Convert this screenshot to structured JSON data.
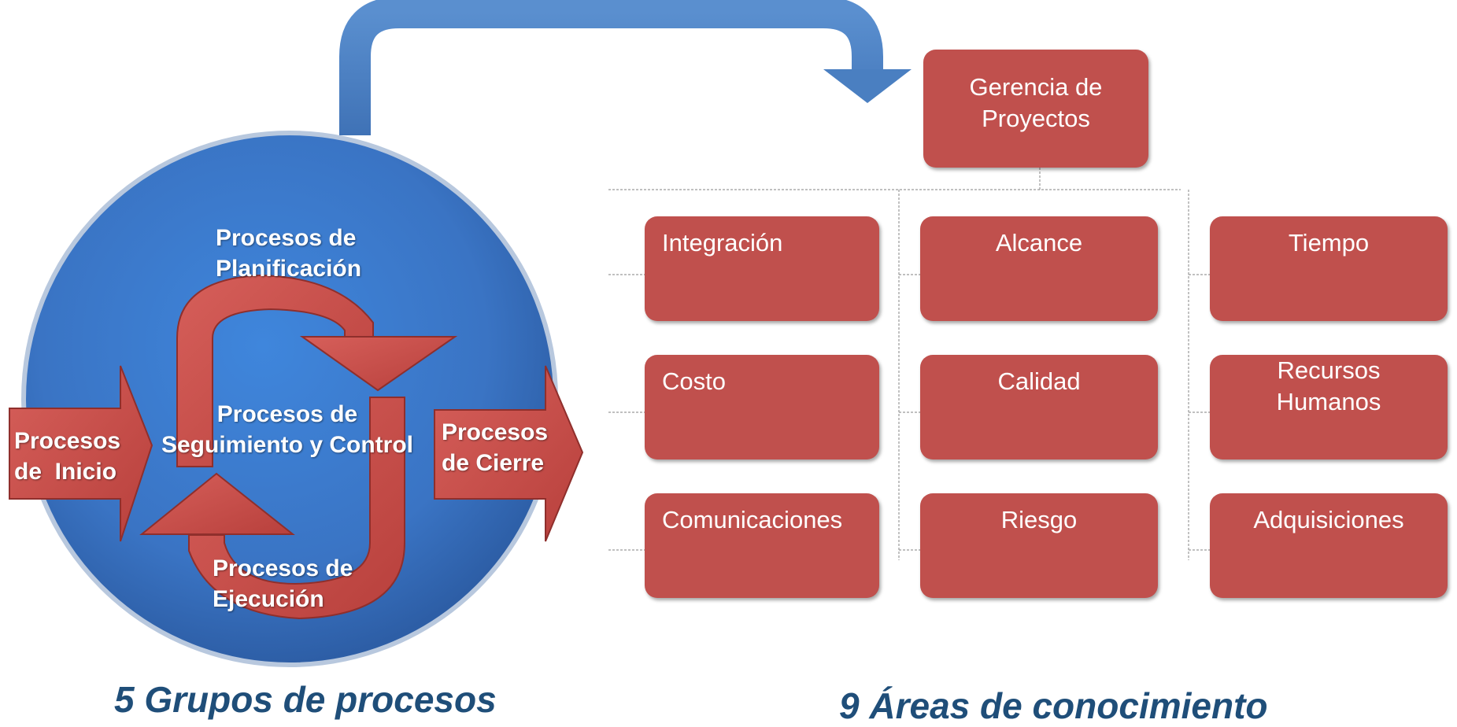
{
  "colors": {
    "box_fill": "#c0504d",
    "circle_blue": "#3f7fcf",
    "arrow_blue": "#4a7fc1",
    "caption_blue": "#1f4e79"
  },
  "process_groups": {
    "planning": [
      "Procesos de",
      "Planificación"
    ],
    "monitoring": [
      "Procesos de",
      "Seguimiento y Control"
    ],
    "execution": [
      "Procesos de",
      "Ejecución"
    ],
    "initiating": [
      "Procesos",
      "de  Inicio"
    ],
    "closing": [
      "Procesos",
      "de Cierre"
    ]
  },
  "root_box": [
    "Gerencia de",
    "Proyectos"
  ],
  "areas": [
    {
      "lines": [
        "Integración"
      ],
      "align": "left"
    },
    {
      "lines": [
        "Alcance"
      ],
      "align": "center"
    },
    {
      "lines": [
        "Tiempo"
      ],
      "align": "center"
    },
    {
      "lines": [
        "Costo"
      ],
      "align": "left"
    },
    {
      "lines": [
        "Calidad"
      ],
      "align": "center"
    },
    {
      "lines": [
        "Recursos",
        "Humanos"
      ],
      "align": "center"
    },
    {
      "lines": [
        "Comunicaciones"
      ],
      "align": "left"
    },
    {
      "lines": [
        "Riesgo"
      ],
      "align": "center"
    },
    {
      "lines": [
        "Adquisiciones"
      ],
      "align": "center"
    }
  ],
  "captions": {
    "left": "5 Grupos de procesos",
    "right": "9  Áreas de conocimiento"
  }
}
